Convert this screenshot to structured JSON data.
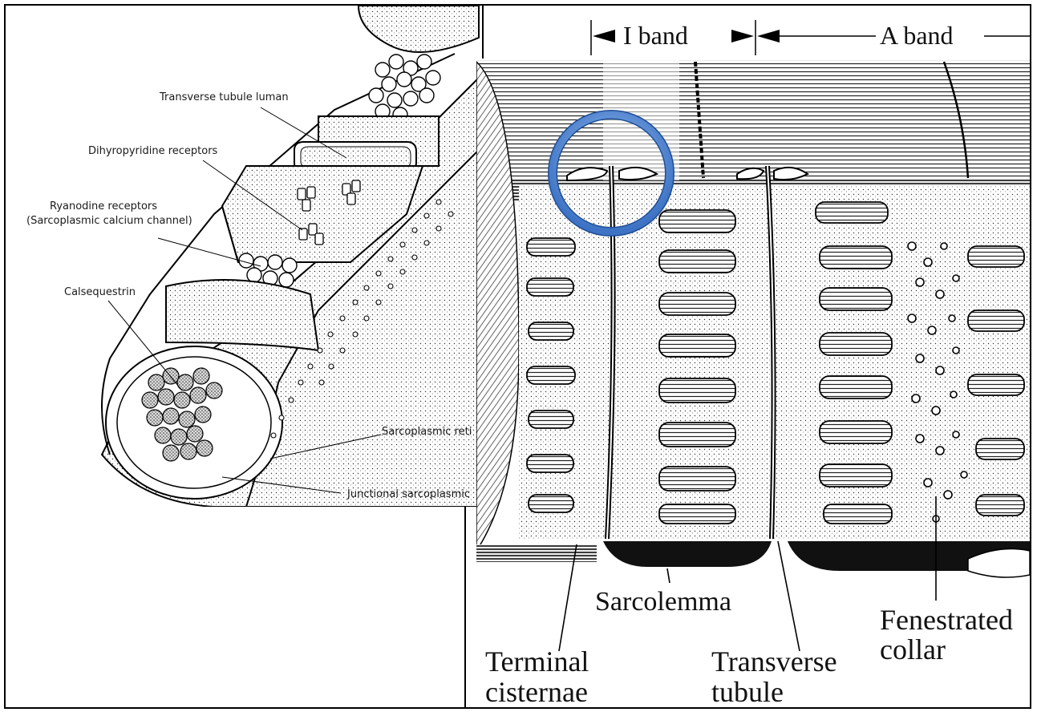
{
  "left_panel": {
    "labels": {
      "transverse_tubule_lumen": "Transverse tubule luman",
      "dihydropyridine_receptors": "Dihyropyridine receptors",
      "ryanodine_line1": "Ryanodine receptors",
      "ryanodine_line2": "(Sarcoplasmic calcium channel)",
      "calsequestrin": "Calsequestrin",
      "sarcoplasmic_reticulum": "Sarcoplasmic reti",
      "junctional_sarcoplasmic": "Junctional sarcoplasmic"
    }
  },
  "right_panel": {
    "band_labels": {
      "i_band": "I band",
      "a_band": "A band"
    },
    "labels": {
      "sarcolemma": "Sarcolemma",
      "terminal_line1": "Terminal",
      "terminal_line2": "cisternae",
      "transverse_line1": "Transverse",
      "transverse_line2": "tubule",
      "fenestrated_line1": "Fenestrated",
      "fenestrated_line2": "collar"
    }
  },
  "colors": {
    "highlight_ring": "#5b8fd6",
    "highlight_ring_inner": "#2f5fa8",
    "ink": "#111111"
  }
}
